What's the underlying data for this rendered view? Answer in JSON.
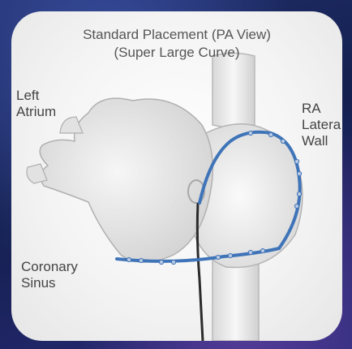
{
  "title": {
    "line1": "Standard Placement (PA View)",
    "line2": "(Super Large Curve)"
  },
  "labels": {
    "left_atrium_1": "Left",
    "left_atrium_2": "Atrium",
    "ra_1": "RA",
    "ra_2": "Latera",
    "ra_3": "Wall",
    "cs_1": "Coronary",
    "cs_2": "Sinus"
  },
  "colors": {
    "catheter": "#3f74b8",
    "electrode": "#b9c9e2",
    "lead": "#2b2b2b"
  }
}
